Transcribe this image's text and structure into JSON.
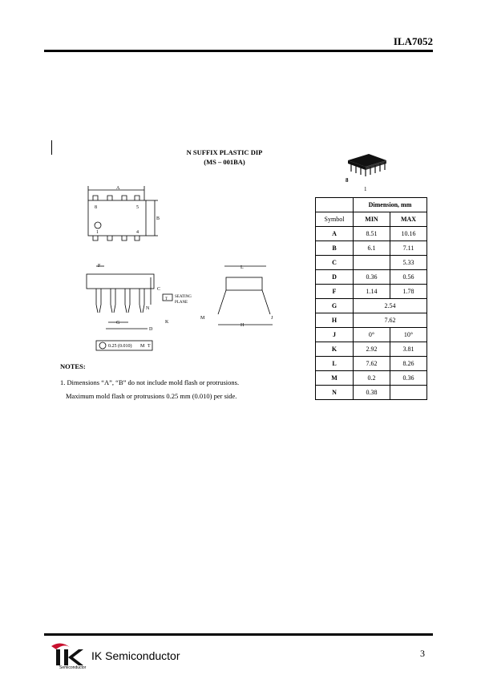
{
  "header": {
    "part_number": "ILA7052"
  },
  "package": {
    "title": "N SUFFIX PLASTIC DIP",
    "subtitle": "(MS – 001BA)"
  },
  "drawing": {
    "top_labels": [
      "A",
      "8",
      "5",
      "1",
      "4",
      "B"
    ],
    "side_labels": [
      "F",
      "C",
      "N",
      "G",
      "K",
      "D",
      "SEATING",
      "PLANE",
      "T"
    ],
    "end_labels": [
      "L",
      "M",
      "H",
      "J"
    ],
    "tolerance": "0.25 (0.010)",
    "tolerance_mod": "M",
    "tolerance_ref": "T",
    "pin8": "8",
    "pin1": "1"
  },
  "table": {
    "dimension_header": "Dimension, mm",
    "columns": [
      "Symbol",
      "MIN",
      "MAX"
    ],
    "rows": [
      {
        "symbol": "A",
        "min": "8.51",
        "max": "10.16"
      },
      {
        "symbol": "B",
        "min": "6.1",
        "max": "7.11"
      },
      {
        "symbol": "C",
        "min": "",
        "max": "5.33"
      },
      {
        "symbol": "D",
        "min": "0.36",
        "max": "0.56"
      },
      {
        "symbol": "F",
        "min": "1.14",
        "max": "1.78"
      },
      {
        "symbol": "G",
        "span": "2.54"
      },
      {
        "symbol": "H",
        "span": "7.62"
      },
      {
        "symbol": "J",
        "min": "0°",
        "max": "10°"
      },
      {
        "symbol": "K",
        "min": "2.92",
        "max": "3.81"
      },
      {
        "symbol": "L",
        "min": "7.62",
        "max": "8.26"
      },
      {
        "symbol": "M",
        "min": "0.2",
        "max": "0.36"
      },
      {
        "symbol": "N",
        "min": "0.38",
        "max": ""
      }
    ]
  },
  "notes": {
    "title": "NOTES:",
    "line1": "1.   Dimensions “A”, “B” do not include mold flash or protrusions.",
    "line2": "Maximum mold flash or protrusions 0.25 mm (0.010) per side."
  },
  "footer": {
    "company": "IK Semiconductor",
    "logo_sub": "Semiconductor",
    "page": "3"
  }
}
